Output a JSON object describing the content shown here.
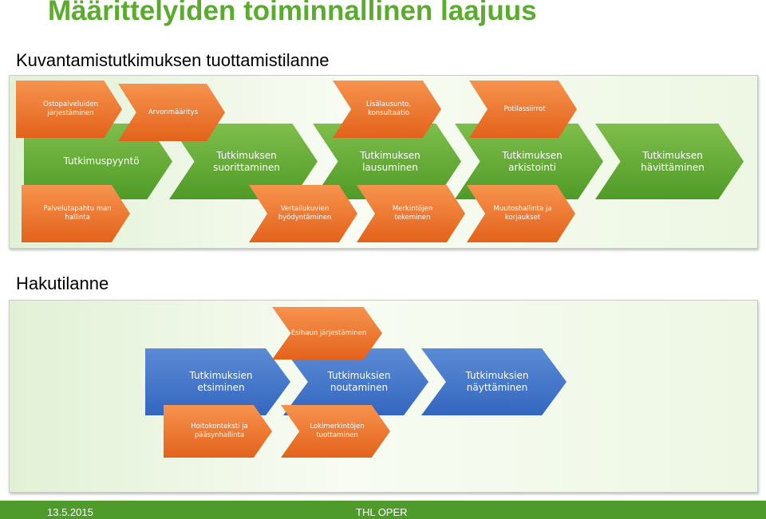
{
  "title": "Määrittelyiden toiminnallinen laajuus",
  "sections": {
    "production": {
      "heading": "Kuvantamistutkimuksen tuottamistilanne",
      "green": [
        "Tutkimuspyyntö",
        "Tutkimuksen suorittaminen",
        "Tutkimuksen lausuminen",
        "Tutkimuksen arkistointi",
        "Tutkimuksen hävittäminen"
      ],
      "orange_top": [
        "Ostopalveluiden järjestäminen",
        "Arvonmääritys",
        "Lisälausunto, konsultaatio",
        "Potilassiirrot"
      ],
      "orange_bottom": [
        "Palvelutapahtu man hallinta",
        "Vertailukuvien hyödyntäminen",
        "Merkintöjen tekeminen",
        "Muutoshallinta ja korjaukset"
      ]
    },
    "search": {
      "heading": "Hakutilanne",
      "blue": [
        "Tutkimuksien etsiminen",
        "Tutkimuksien noutaminen",
        "Tutkimuksien näyttäminen"
      ],
      "orange_top": [
        "Esihaun järjestäminen"
      ],
      "orange_bottom": [
        "Hoitokonteksti ja pääsynhallinta",
        "Lokimerkintöjen tuottaminen"
      ]
    }
  },
  "footer": {
    "date": "13.5.2015",
    "org": "THL OPER"
  },
  "colors": {
    "title_green": "#5aab2e",
    "chevron_green": "#5faa35",
    "chevron_blue": "#4274c7",
    "chevron_orange": "#ee7a32",
    "footer_green": "#4e9a2b"
  }
}
